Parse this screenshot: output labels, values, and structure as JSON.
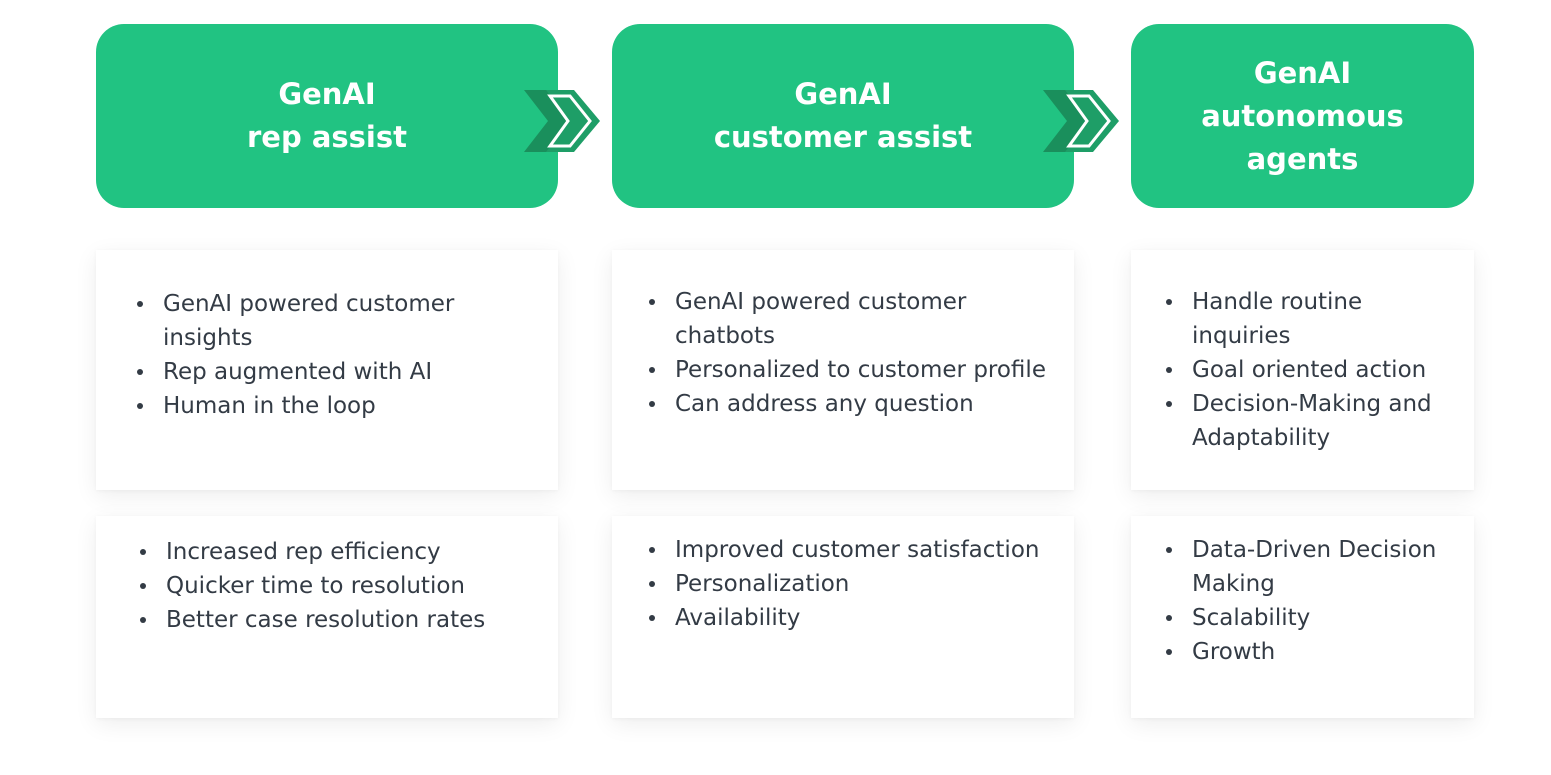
{
  "stages": [
    {
      "title_lines": [
        "GenAI",
        "rep assist"
      ],
      "features": [
        [
          "GenAI powered customer",
          "insights"
        ],
        [
          "Rep augmented with AI"
        ],
        [
          "Human in the loop"
        ]
      ],
      "benefits": [
        [
          "Increased rep efficiency"
        ],
        [
          "Quicker time to resolution"
        ],
        [
          "Better case resolution rates"
        ]
      ]
    },
    {
      "title_lines": [
        "GenAI",
        "customer assist"
      ],
      "features": [
        [
          "GenAI powered customer",
          "chatbots"
        ],
        [
          "Personalized to customer profile"
        ],
        [
          "Can address any question"
        ]
      ],
      "benefits": [
        [
          "Improved customer satisfaction"
        ],
        [
          "Personalization"
        ],
        [
          "Availability"
        ]
      ]
    },
    {
      "title_lines": [
        "GenAI",
        "autonomous",
        "agents"
      ],
      "features": [
        [
          "Handle routine",
          "inquiries"
        ],
        [
          "Goal oriented action"
        ],
        [
          "Decision-Making and",
          "Adaptability"
        ]
      ],
      "benefits": [
        [
          "Data-Driven Decision",
          "Making"
        ],
        [
          "Scalability"
        ],
        [
          "Growth"
        ]
      ]
    }
  ],
  "colors": {
    "header_green": "#21c382",
    "arrow_dark": "#1a8f5c",
    "arrow_light": "#25b87a",
    "text": "#333b45"
  },
  "icons": [
    "double-chevron-right-icon",
    "double-chevron-right-icon"
  ]
}
